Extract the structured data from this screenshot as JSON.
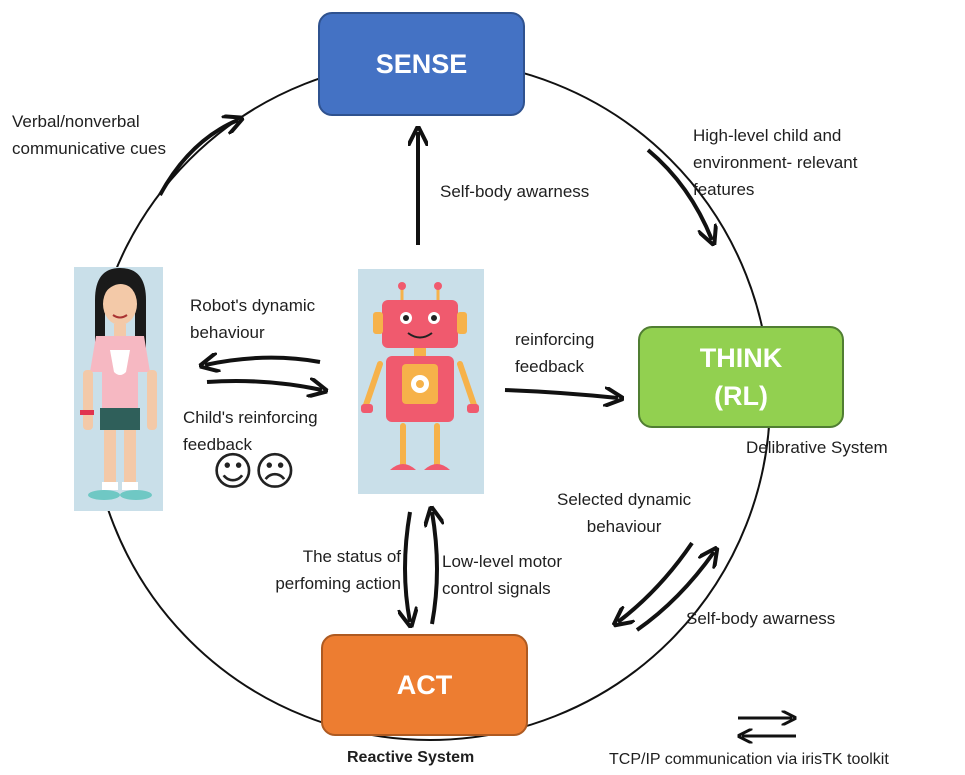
{
  "boxes": {
    "sense": "SENSE",
    "think_line1": "THINK",
    "think_line2": "(RL)",
    "act": "ACT"
  },
  "systems": {
    "deliberative": "Delibrative System",
    "reactive": "Reactive System"
  },
  "labels": {
    "verbal_line1": "Verbal/nonverbal",
    "verbal_line2": "communicative cues",
    "highlevel_line1": "High-level child and",
    "highlevel_line2": "environment- relevant",
    "highlevel_line3": "features",
    "self_body_top": "Self-body awarness",
    "robot_dynamic_line1": "Robot's dynamic",
    "robot_dynamic_line2": "behaviour",
    "child_reinforcing_line1": "Child's reinforcing",
    "child_reinforcing_line2": "feedback",
    "reinforcing_line1": "reinforcing",
    "reinforcing_line2": "feedback",
    "selected_line1": "Selected dynamic",
    "selected_line2": "behaviour",
    "self_body_bottom": "Self-body awarness",
    "status_line1": "The status of",
    "status_line2": "perfoming action",
    "lowlevel_line1": "Low-level motor",
    "lowlevel_line2": "control signals"
  },
  "legend": {
    "text": "TCP/IP communication via irisTK toolkit"
  },
  "emojis": {
    "happy": "☺",
    "sad": "☹"
  },
  "colors": {
    "sense": "#4472c4",
    "think": "#92d050",
    "act": "#ed7d31",
    "panel": "#c9dfe9",
    "robot_body": "#f05a6e",
    "robot_limbs": "#f6b24a"
  }
}
